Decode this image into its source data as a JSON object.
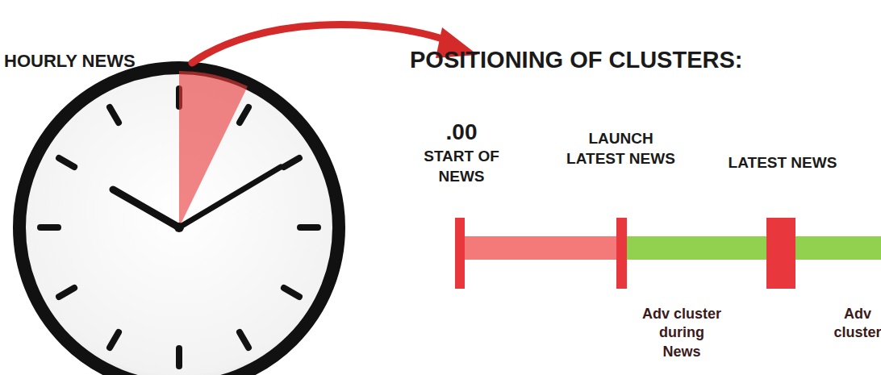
{
  "diagram": {
    "labels": [
      "HOURLY NEWS",
      "POSITIONING OF CLUSTERS:",
      ".00",
      "START OF NEWS",
      "LAUNCH LATEST NEWS",
      "LATEST NEWS",
      "Adv cluster during News",
      "Adv cluster"
    ]
  }
}
